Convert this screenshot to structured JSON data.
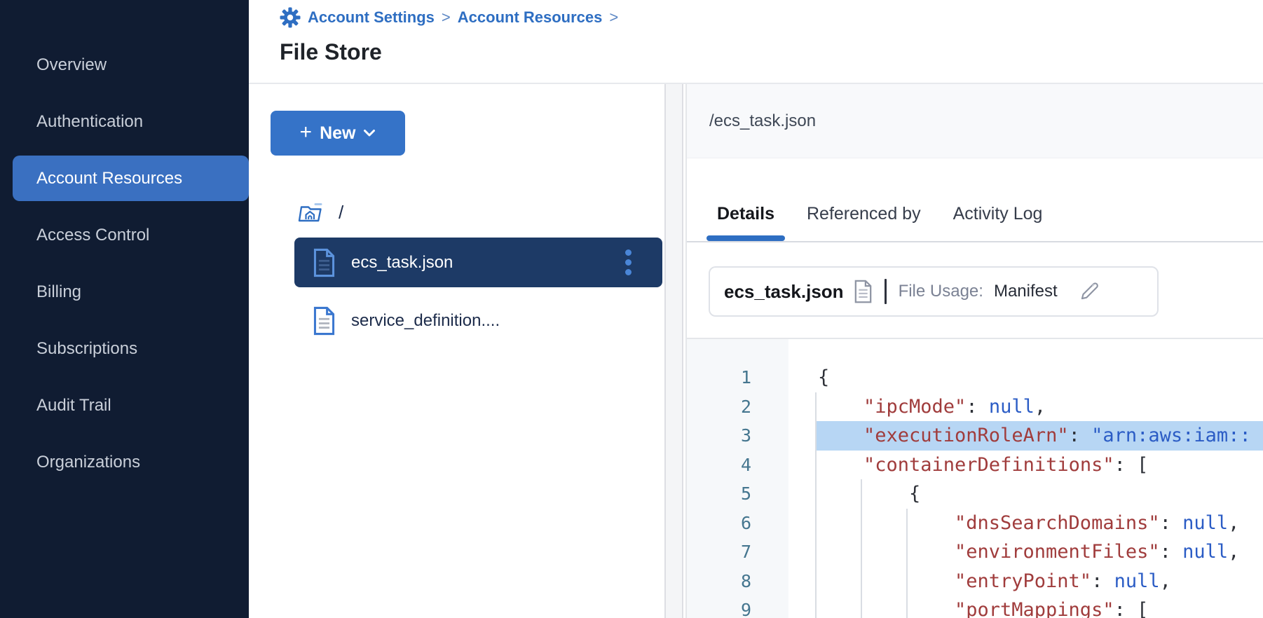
{
  "colors": {
    "accent": "#2e6ec2",
    "button_blue": "#3573c8",
    "sidebar_bg": "#101c32",
    "sidebar_text": "#c9cfd9",
    "selected_nav_bg": "#3a70c1",
    "selected_row_bg": "#1d3a66",
    "line_highlight": "#b7d6f4",
    "json_key": "#a03c3c",
    "json_value": "#2b5cc5",
    "gutter_number": "#45768f"
  },
  "sidebar": {
    "items": [
      {
        "label": "Overview",
        "active": false
      },
      {
        "label": "Authentication",
        "active": false
      },
      {
        "label": "Account Resources",
        "active": true
      },
      {
        "label": "Access Control",
        "active": false
      },
      {
        "label": "Billing",
        "active": false
      },
      {
        "label": "Subscriptions",
        "active": false
      },
      {
        "label": "Audit Trail",
        "active": false
      },
      {
        "label": "Organizations",
        "active": false
      }
    ]
  },
  "breadcrumb": {
    "items": [
      "Account Settings",
      "Account Resources"
    ],
    "separator": ">"
  },
  "page_title": "File Store",
  "file_panel": {
    "new_button_label": "New",
    "root_label": "/",
    "files": [
      {
        "name": "ecs_task.json",
        "selected": true
      },
      {
        "name": "service_definition....",
        "selected": false
      }
    ]
  },
  "detail_panel": {
    "path": "/ecs_task.json",
    "tabs": [
      {
        "label": "Details",
        "active": true
      },
      {
        "label": "Referenced by",
        "active": false
      },
      {
        "label": "Activity Log",
        "active": false
      }
    ],
    "file_card": {
      "filename": "ecs_task.json",
      "usage_label": "File Usage:",
      "usage_value": "Manifest"
    },
    "code": {
      "lines": [
        {
          "num": 1,
          "indent": 0,
          "highlight": false,
          "tokens": [
            {
              "t": "punct",
              "v": "{"
            }
          ]
        },
        {
          "num": 2,
          "indent": 1,
          "highlight": false,
          "tokens": [
            {
              "t": "key",
              "v": "\"ipcMode\""
            },
            {
              "t": "punct",
              "v": ": "
            },
            {
              "t": "val",
              "v": "null"
            },
            {
              "t": "punct",
              "v": ","
            }
          ]
        },
        {
          "num": 3,
          "indent": 1,
          "highlight": true,
          "tokens": [
            {
              "t": "key",
              "v": "\"executionRoleArn\""
            },
            {
              "t": "punct",
              "v": ": "
            },
            {
              "t": "val",
              "v": "\"arn:aws:iam::"
            }
          ]
        },
        {
          "num": 4,
          "indent": 1,
          "highlight": false,
          "tokens": [
            {
              "t": "key",
              "v": "\"containerDefinitions\""
            },
            {
              "t": "punct",
              "v": ": ["
            }
          ]
        },
        {
          "num": 5,
          "indent": 2,
          "highlight": false,
          "tokens": [
            {
              "t": "punct",
              "v": "{"
            }
          ]
        },
        {
          "num": 6,
          "indent": 3,
          "highlight": false,
          "tokens": [
            {
              "t": "key",
              "v": "\"dnsSearchDomains\""
            },
            {
              "t": "punct",
              "v": ": "
            },
            {
              "t": "val",
              "v": "null"
            },
            {
              "t": "punct",
              "v": ","
            }
          ]
        },
        {
          "num": 7,
          "indent": 3,
          "highlight": false,
          "tokens": [
            {
              "t": "key",
              "v": "\"environmentFiles\""
            },
            {
              "t": "punct",
              "v": ": "
            },
            {
              "t": "val",
              "v": "null"
            },
            {
              "t": "punct",
              "v": ","
            }
          ]
        },
        {
          "num": 8,
          "indent": 3,
          "highlight": false,
          "tokens": [
            {
              "t": "key",
              "v": "\"entryPoint\""
            },
            {
              "t": "punct",
              "v": ": "
            },
            {
              "t": "val",
              "v": "null"
            },
            {
              "t": "punct",
              "v": ","
            }
          ]
        },
        {
          "num": 9,
          "indent": 3,
          "highlight": false,
          "tokens": [
            {
              "t": "key",
              "v": "\"portMappings\""
            },
            {
              "t": "punct",
              "v": ": ["
            }
          ]
        }
      ]
    }
  }
}
